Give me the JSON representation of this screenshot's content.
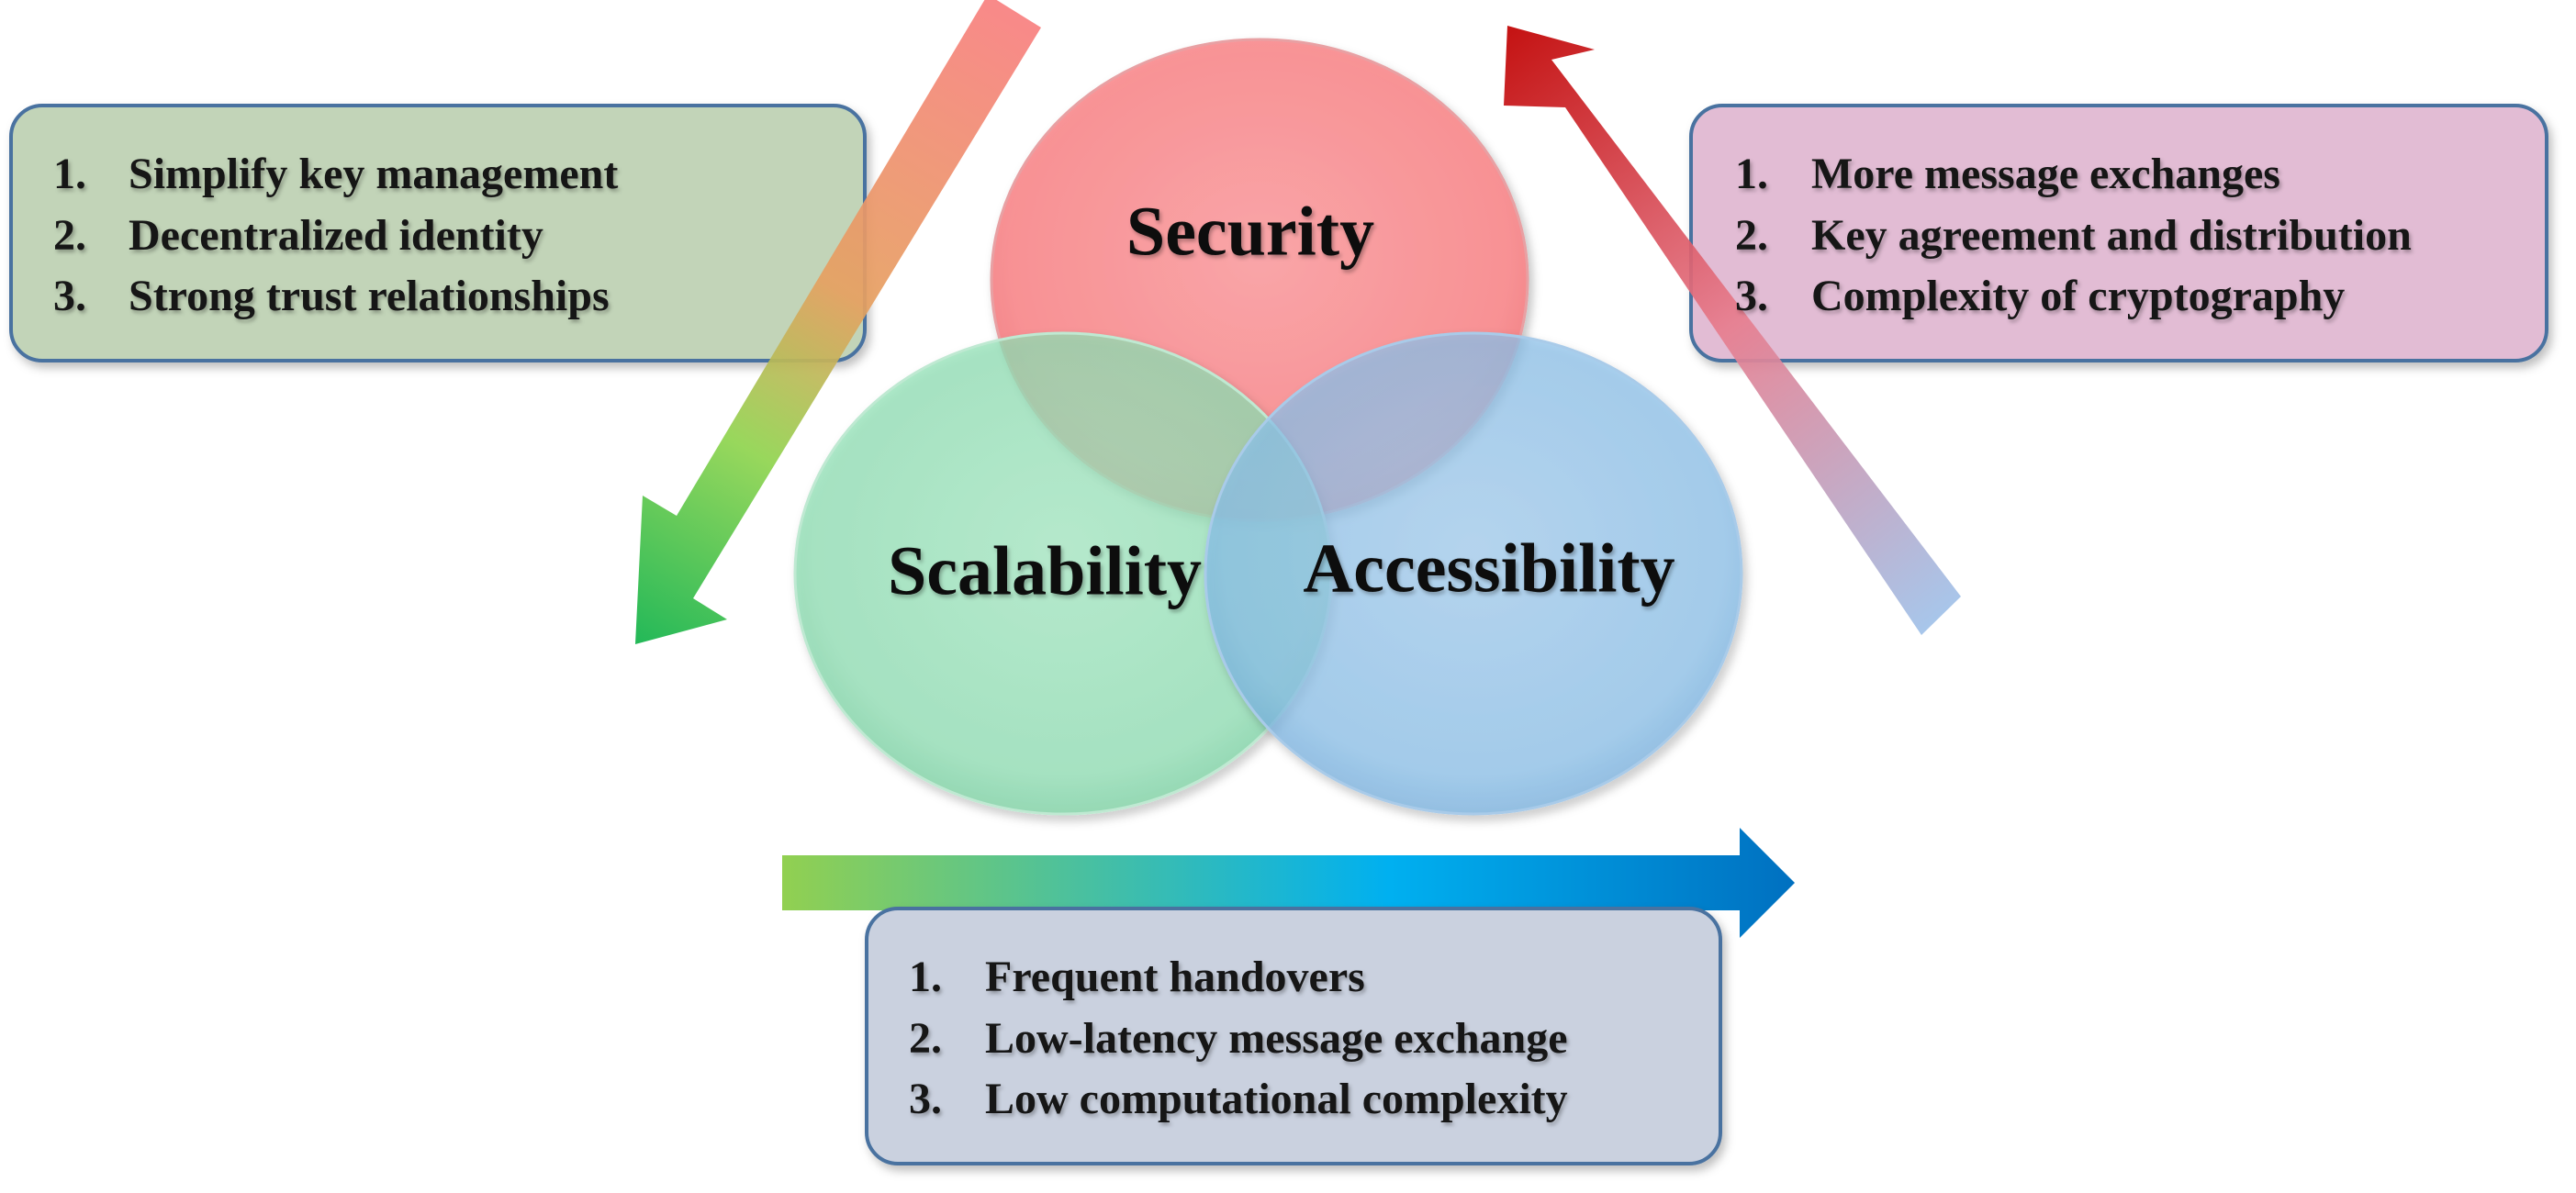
{
  "circles": [
    {
      "id": "security",
      "label": "Security",
      "color": "#f98b8e"
    },
    {
      "id": "scalability",
      "label": "Scalability",
      "color": "#8fe0b4"
    },
    {
      "id": "accessibility",
      "label": "Accessibility",
      "color": "#8cc1ea"
    }
  ],
  "boxes": {
    "left": {
      "fill": "#c2d4b8",
      "items": [
        {
          "num": "1.",
          "text": "Simplify key management"
        },
        {
          "num": "2.",
          "text": "Decentralized identity"
        },
        {
          "num": "3.",
          "text": "Strong trust relationships"
        }
      ]
    },
    "right": {
      "fill": "#e2bcd4",
      "items": [
        {
          "num": "1.",
          "text": "More message exchanges"
        },
        {
          "num": "2.",
          "text": "Key agreement and distribution"
        },
        {
          "num": "3.",
          "text": "Complexity of cryptography"
        }
      ]
    },
    "bottom": {
      "fill": "#cad1df",
      "items": [
        {
          "num": "1.",
          "text": "Frequent handovers"
        },
        {
          "num": "2.",
          "text": "Low-latency message exchange"
        },
        {
          "num": "3.",
          "text": "Low computational complexity"
        }
      ]
    }
  },
  "colors": {
    "box_border": "#4a72a0",
    "arrow_left_start": "#f87f7f",
    "arrow_left_end": "#12b34a",
    "arrow_right_start": "#c00000",
    "arrow_right_end": "#9fc2ea",
    "arrow_bottom_start": "#92d050",
    "arrow_bottom_mid": "#00b0f0",
    "arrow_bottom_end": "#0070c0"
  }
}
